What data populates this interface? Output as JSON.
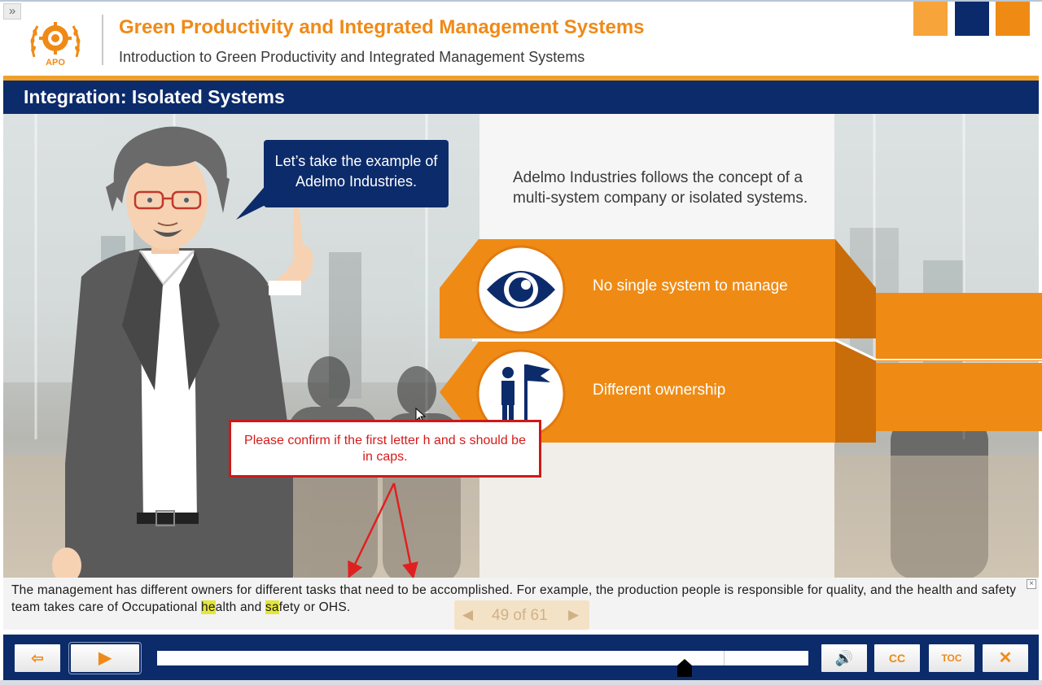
{
  "header": {
    "expand_icon_glyph": "»",
    "logo_text": "APO",
    "course_title": "Green Productivity and Integrated Management Systems",
    "course_subtitle": "Introduction to Green Productivity and Integrated Management Systems",
    "accent_colors": [
      "#f7a43a",
      "#0a2a6b",
      "#ef8b14"
    ]
  },
  "slide": {
    "title": "Integration: Isolated Systems",
    "speech_bubble": "Let’s take the example of Adelmo Industries.",
    "panel_text": "Adelmo Industries follows the concept of a multi-system company or isolated systems.",
    "bands": [
      {
        "icon": "eye-icon",
        "label": "No single system to manage"
      },
      {
        "icon": "person-flag-icon",
        "label": "Different ownership"
      }
    ],
    "review_callout": "Please confirm if the first letter h and s should be in caps."
  },
  "captions": {
    "part1": "The management has different owners for different tasks that need to be accomplished. For example, the production people is responsible for quality, and the health and safety team takes care of Occupational ",
    "hl1": "he",
    "part2": "alth and ",
    "hl2": "sa",
    "part3": "fety or OHS.",
    "close_glyph": "×"
  },
  "navigation": {
    "slide_counter": "49 of 61",
    "prev_glyph": "◀",
    "next_glyph": "▶"
  },
  "playbar": {
    "exit_glyph": "⇦",
    "play_glyph": "▶",
    "progress": 0.87,
    "audio_glyph": "🔊",
    "cc_label": "CC",
    "toc_label": "TOC",
    "close_glyph": "✕"
  },
  "colors": {
    "brand_orange": "#f08a17",
    "brand_navy": "#0c2b6b",
    "review_red": "#d61a1a",
    "highlight_yellow": "#e4e63a"
  }
}
